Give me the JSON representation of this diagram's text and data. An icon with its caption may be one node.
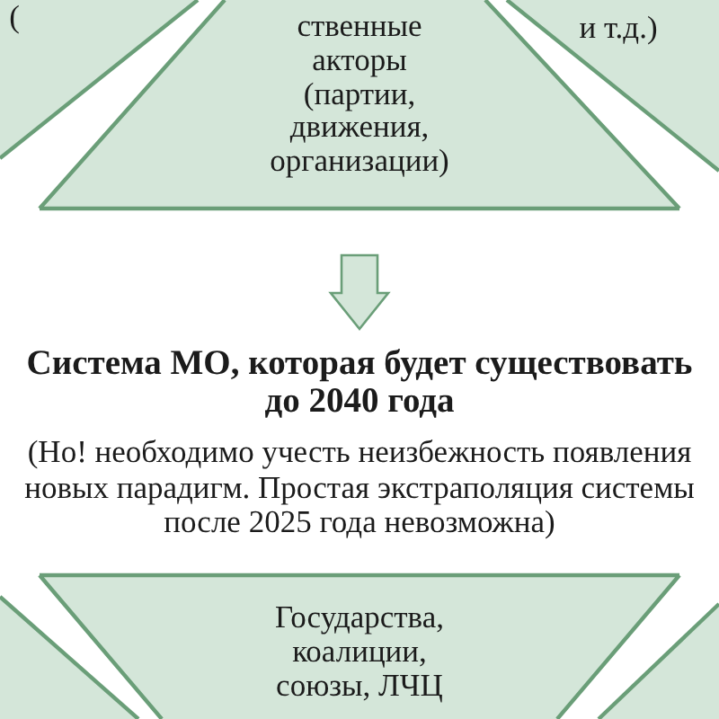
{
  "diagram": {
    "nodes": [
      {
        "text": [
          "("
        ]
      },
      {
        "text": [
          "ственные акторы (партии, движения, организации)"
        ]
      },
      {
        "text": [
          "и т.д.)"
        ]
      },
      {
        "text": [
          "Система МО, которая будет существовать до 2040 года",
          "(Но! необходимо учесть неизбежность появления новых парадигм. Простая экстраполяция системы после 2025 года невозможна)"
        ]
      },
      {
        "text": [],
        "shape": "trapezoid"
      },
      {
        "text": [
          "Государства, коалиции, союзы, ЛЧЦ"
        ]
      },
      {
        "text": [],
        "shape": "trapezoid"
      }
    ],
    "edges": [
      {
        "from": 1,
        "to": 3,
        "arrow": "to"
      }
    ]
  }
}
